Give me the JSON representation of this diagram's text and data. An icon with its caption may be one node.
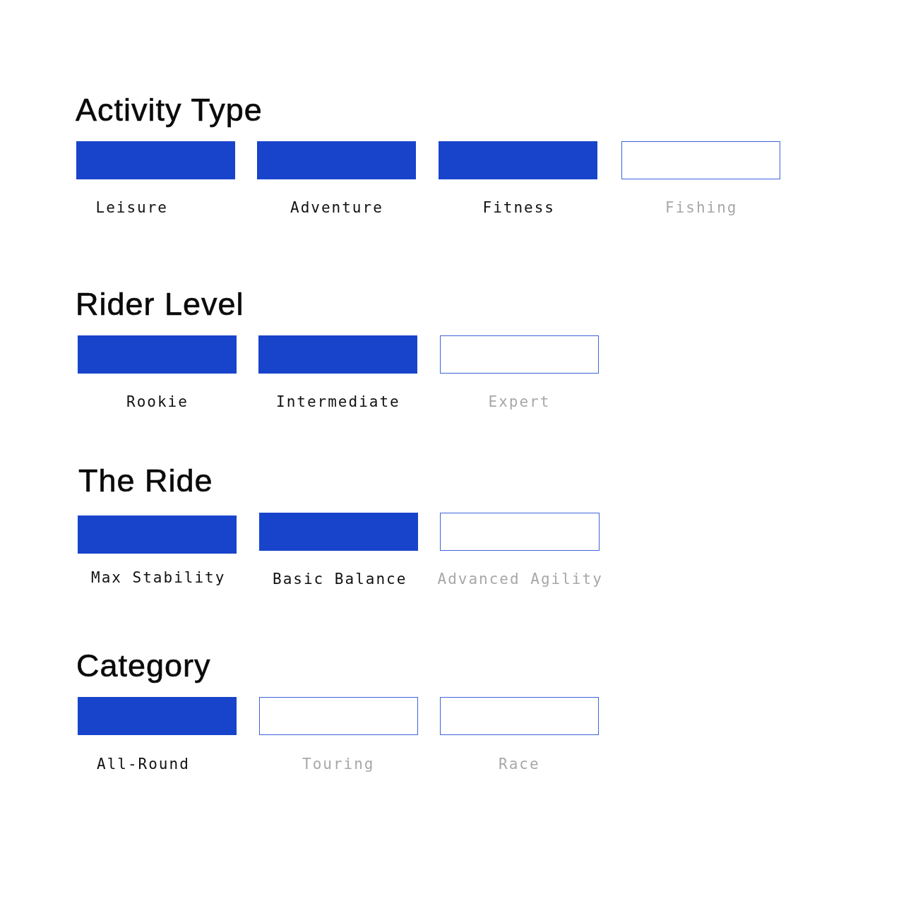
{
  "diagram": {
    "nodes": [
      {
        "text": [
          "Leisure"
        ]
      },
      {
        "text": [
          "Adventure"
        ]
      },
      {
        "text": [
          "Fitness"
        ]
      },
      {
        "text": [
          "Fishing"
        ]
      },
      {
        "text": [
          "Rookie"
        ]
      },
      {
        "text": [
          "Intermediate"
        ]
      },
      {
        "text": [
          "Expert"
        ]
      },
      {
        "text": [
          "Max Stability"
        ]
      },
      {
        "text": [
          "Basic Balance"
        ]
      },
      {
        "text": [
          "Advanced Agility"
        ]
      },
      {
        "text": [
          "All-Round"
        ]
      },
      {
        "text": [
          "Touring"
        ]
      },
      {
        "text": [
          "Race"
        ]
      }
    ],
    "labels": [
      "Activity Type",
      "Rider Level",
      "The Ride",
      "Category"
    ]
  }
}
